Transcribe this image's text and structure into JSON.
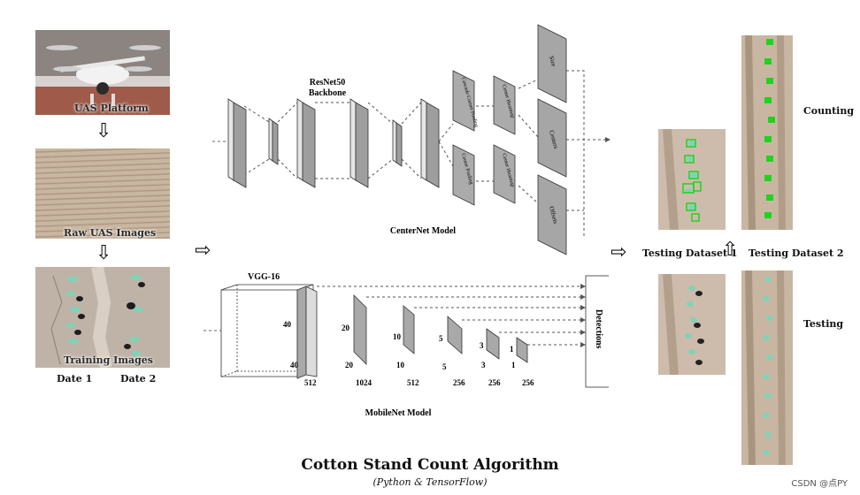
{
  "left": {
    "uas_platform": "UAS Platform",
    "raw_images": "Raw UAS Images",
    "training_images": "Training Images",
    "date1": "Date 1",
    "date2": "Date 2"
  },
  "centernet": {
    "backbone": "ResNet50\nBackbone",
    "model_label": "CenterNet Model",
    "blocks": [
      "Cascade Corner Pooling",
      "Center Heatmap",
      "Center Pooling",
      "Center Heatmap"
    ],
    "outputs": [
      "Size",
      "Centers",
      "Offsets"
    ]
  },
  "mobilenet": {
    "vgg": "VGG-16",
    "model_label": "MobileNet Model",
    "detections": "Detections",
    "dims": [
      {
        "top": "40",
        "bottom": "40",
        "depth": "512"
      },
      {
        "top": "20",
        "bottom": "20",
        "depth": "1024"
      },
      {
        "top": "10",
        "bottom": "10",
        "depth": "512"
      },
      {
        "top": "5",
        "bottom": "5",
        "depth": "256"
      },
      {
        "top": "3",
        "bottom": "3",
        "depth": "256"
      },
      {
        "top": "1",
        "bottom": "1",
        "depth": "256"
      }
    ]
  },
  "right": {
    "testing_dataset1": "Testing Dataset 1",
    "testing_dataset2": "Testing Dataset 2",
    "counting": "Counting",
    "testing": "Testing"
  },
  "footer": {
    "title": "Cotton Stand Count Algorithm",
    "subtitle": "(Python & TensorFlow)",
    "watermark": "CSDN @点PY"
  },
  "colors": {
    "detection_box": "#1fd31f",
    "plant": "#7fd3b8",
    "soil": "#c9b8a6"
  }
}
